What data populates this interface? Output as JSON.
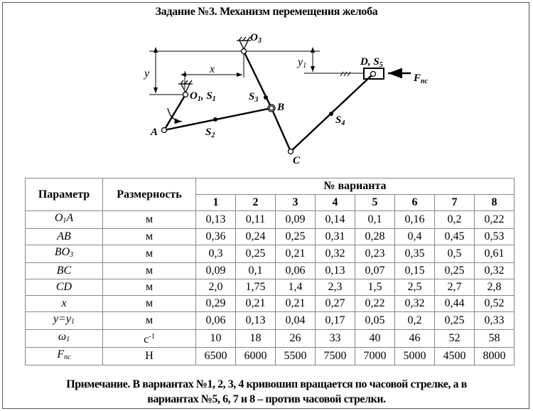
{
  "title": "Задание №3. Механизм перемещения желоба",
  "diagram_labels": {
    "O3": {
      "m": "O",
      "s": "3"
    },
    "O1S1": {
      "m": "O",
      "s": "1",
      "m2": ", S",
      "s2": "1"
    },
    "S3": {
      "m": "S",
      "s": "3"
    },
    "B": {
      "m": "B"
    },
    "A": {
      "m": "A"
    },
    "S2": {
      "m": "S",
      "s": "2"
    },
    "C": {
      "m": "C"
    },
    "S4": {
      "m": "S",
      "s": "4"
    },
    "DS5": {
      "m": "D, S",
      "s": "5"
    },
    "Fnc": {
      "m": "F",
      "s": "пс"
    },
    "x": "x",
    "y": "y",
    "y1": {
      "m": "y",
      "s": "1"
    }
  },
  "table": {
    "header_param": "Параметр",
    "header_unit": "Размерность",
    "header_variant": "№ варианта",
    "variants": [
      "1",
      "2",
      "3",
      "4",
      "5",
      "6",
      "7",
      "8"
    ],
    "rows": [
      {
        "param": [
          [
            "O",
            ""
          ],
          [
            "1",
            "sub"
          ],
          [
            "A",
            ""
          ]
        ],
        "unit": [
          [
            "м",
            ""
          ]
        ],
        "values": [
          "0,13",
          "0,11",
          "0,09",
          "0,14",
          "0,1",
          "0,16",
          "0,2",
          "0,22"
        ]
      },
      {
        "param": [
          [
            "AB",
            ""
          ]
        ],
        "unit": [
          [
            "м",
            ""
          ]
        ],
        "values": [
          "0,36",
          "0,24",
          "0,25",
          "0,31",
          "0,28",
          "0,4",
          "0,45",
          "0,53"
        ]
      },
      {
        "param": [
          [
            "BO",
            ""
          ],
          [
            "3",
            "sub"
          ]
        ],
        "unit": [
          [
            "м",
            ""
          ]
        ],
        "values": [
          "0,3",
          "0,25",
          "0,21",
          "0,32",
          "0,23",
          "0,35",
          "0,5",
          "0,61"
        ]
      },
      {
        "param": [
          [
            "BC",
            ""
          ]
        ],
        "unit": [
          [
            "м",
            ""
          ]
        ],
        "values": [
          "0,09",
          "0,1",
          "0,06",
          "0,13",
          "0,07",
          "0,15",
          "0,25",
          "0,32"
        ]
      },
      {
        "param": [
          [
            "CD",
            ""
          ]
        ],
        "unit": [
          [
            "м",
            ""
          ]
        ],
        "values": [
          "2,0",
          "1,75",
          "1,4",
          "2,3",
          "1,5",
          "2,5",
          "2,7",
          "2,8"
        ]
      },
      {
        "param": [
          [
            "x",
            ""
          ]
        ],
        "unit": [
          [
            "м",
            ""
          ]
        ],
        "values": [
          "0,29",
          "0,21",
          "0,21",
          "0,27",
          "0,22",
          "0,32",
          "0,44",
          "0,52"
        ]
      },
      {
        "param": [
          [
            "y=y",
            ""
          ],
          [
            "1",
            "sub"
          ]
        ],
        "unit": [
          [
            "м",
            ""
          ]
        ],
        "values": [
          "0,06",
          "0,13",
          "0,04",
          "0,17",
          "0,05",
          "0,2",
          "0,25",
          "0,33"
        ]
      },
      {
        "param": [
          [
            "ω",
            ""
          ],
          [
            "1",
            "sub"
          ]
        ],
        "unit": [
          [
            "с",
            ""
          ],
          [
            "-1",
            "sup"
          ]
        ],
        "values": [
          "10",
          "18",
          "26",
          "33",
          "40",
          "46",
          "52",
          "58"
        ]
      },
      {
        "param": [
          [
            "F",
            ""
          ],
          [
            "пс",
            "sub"
          ]
        ],
        "unit": [
          [
            "Н",
            ""
          ]
        ],
        "values": [
          "6500",
          "6000",
          "5500",
          "7500",
          "7000",
          "5000",
          "4500",
          "8000"
        ]
      }
    ]
  },
  "note_line1": "Примечание. В вариантах №1, 2, 3, 4 кривошип вращается по часовой стрелке, а в",
  "note_line2": "вариантах №5, 6, 7 и 8 – против часовой стрелки."
}
